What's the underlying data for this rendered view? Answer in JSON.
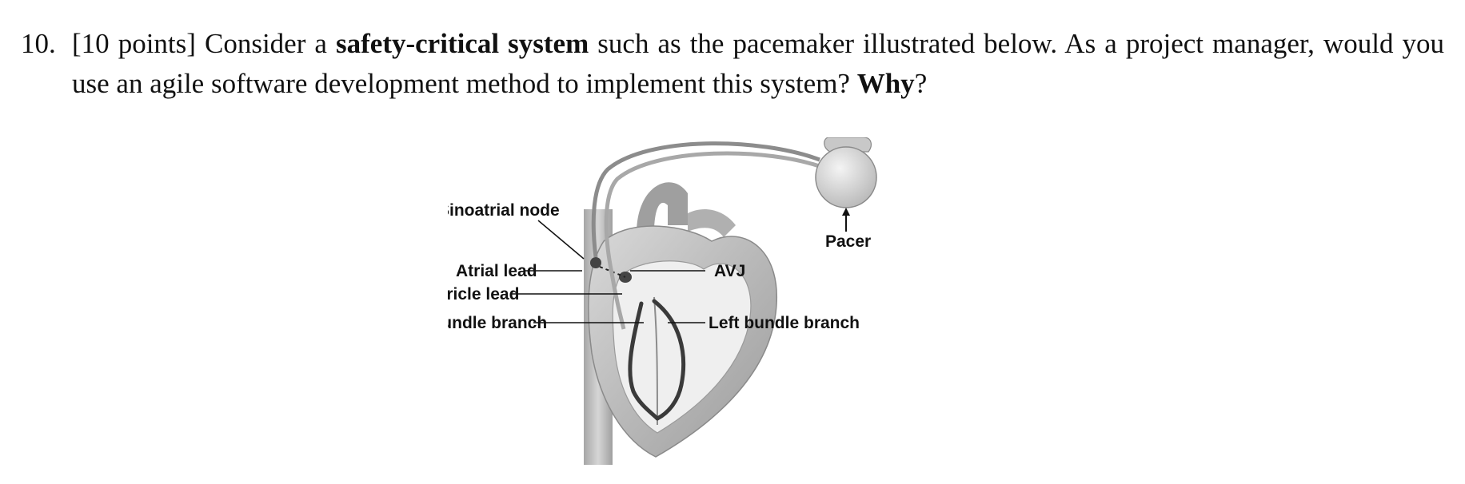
{
  "question": {
    "number": "10.",
    "points": "[10 points]",
    "text_part1": " Consider a ",
    "bold_term": "safety-critical system",
    "text_part2": " such as the pacemaker illustrated below. As a project manager, would you use an agile software development method to implement this system? ",
    "bold_why": "Why",
    "end_mark": "?"
  },
  "figure": {
    "labels": {
      "sinoatrial_node": "Sinoatrial node",
      "atrial_lead": "Atrial lead",
      "ventricle_lead": "Ventricle lead",
      "right_bundle_branch": "Right bundle branch",
      "pacer": "Pacer",
      "avj": "AVJ",
      "left_bundle_branch": "Left bundle branch"
    }
  }
}
